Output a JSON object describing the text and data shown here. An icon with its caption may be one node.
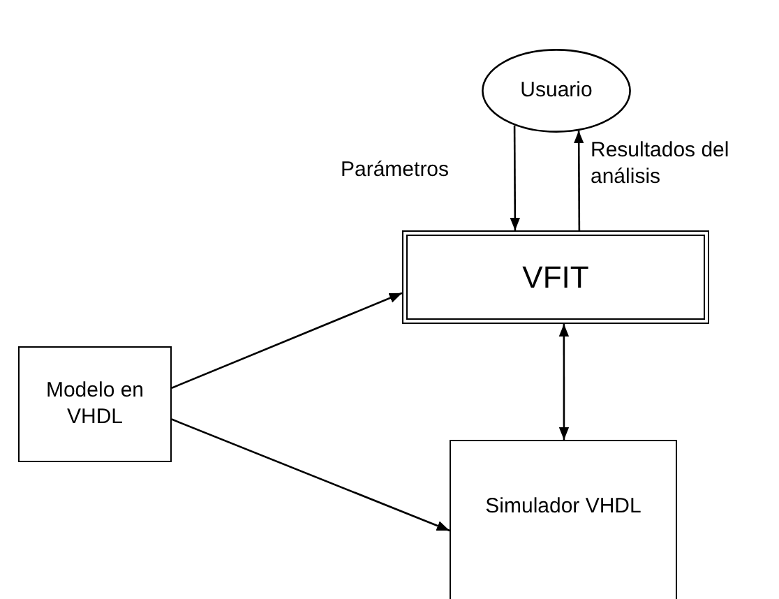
{
  "diagram": {
    "nodes": [
      {
        "text": [
          "Usuario"
        ]
      },
      {
        "text": [
          "VFIT"
        ]
      },
      {
        "text": [
          "Modelo en VHDL"
        ]
      },
      {
        "text": [
          "Simulador VHDL"
        ]
      }
    ],
    "edges": [
      {
        "from": 0,
        "to": 1,
        "arrow": "to",
        "label": "Parámetros"
      },
      {
        "from": 1,
        "to": 0,
        "arrow": "to",
        "label": "Resultados del análisis"
      },
      {
        "from": 2,
        "to": 1,
        "arrow": "to"
      },
      {
        "from": 2,
        "to": 3,
        "arrow": "to"
      },
      {
        "from": 1,
        "to": 3,
        "arrow": "both"
      }
    ]
  }
}
